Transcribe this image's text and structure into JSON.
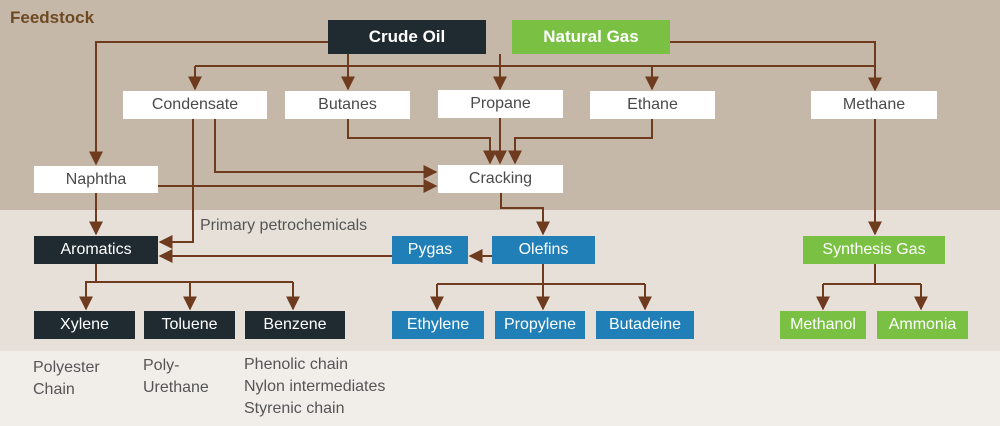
{
  "section_label": "Feedstock",
  "sources": {
    "crude_oil": "Crude Oil",
    "natural_gas": "Natural Gas"
  },
  "feedstocks": {
    "condensate": "Condensate",
    "butanes": "Butanes",
    "propane": "Propane",
    "ethane": "Ethane",
    "methane": "Methane",
    "naphtha": "Naphtha"
  },
  "process": {
    "cracking": "Cracking"
  },
  "primary_petrochemicals_label": "Primary petrochemicals",
  "primary": {
    "aromatics": "Aromatics",
    "pygas": "Pygas",
    "olefins": "Olefins",
    "synthesis_gas": "Synthesis Gas"
  },
  "products": {
    "xylene": "Xylene",
    "toluene": "Toluene",
    "benzene": "Benzene",
    "ethylene": "Ethylene",
    "propylene": "Propylene",
    "butadeine": "Butadeine",
    "methanol": "Methanol",
    "ammonia": "Ammonia"
  },
  "end_uses": {
    "xylene": [
      "Polyester",
      "Chain"
    ],
    "toluene": [
      "Poly-",
      "Urethane"
    ],
    "benzene": [
      "Phenolic chain",
      "Nylon intermediates",
      "Styrenic chain"
    ]
  },
  "colors": {
    "arrow": "#6e3b1e",
    "feedstock_band": "#c5b8a8",
    "primary_band": "#e6e0d8",
    "end_band": "#f1eeea",
    "dark_box": "#1f2b30",
    "blue_box": "#1f7fb6",
    "green_box": "#7ac143"
  }
}
